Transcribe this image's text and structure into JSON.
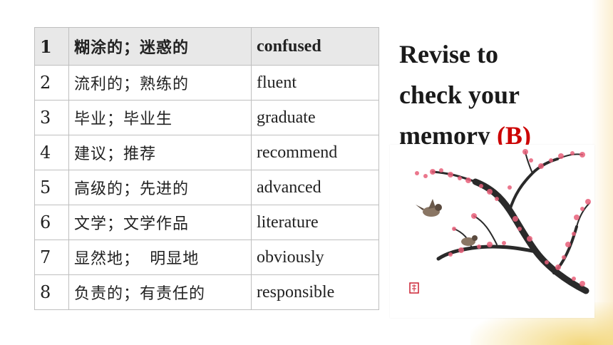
{
  "vocab": {
    "rows": [
      {
        "num": "1",
        "chinese": "糊涂的；迷惑的",
        "english": "confused"
      },
      {
        "num": "2",
        "chinese": "流利的；熟练的",
        "english": "fluent"
      },
      {
        "num": "3",
        "chinese": "毕业；毕业生",
        "english": "graduate"
      },
      {
        "num": "4",
        "chinese": "建议；推荐",
        "english": "recommend"
      },
      {
        "num": "5",
        "chinese": "高级的；先进的",
        "english": "advanced"
      },
      {
        "num": "6",
        "chinese": "文学；文学作品",
        "english": "literature"
      },
      {
        "num": "7",
        "chinese": "显然地；  明显地",
        "english": "obviously"
      },
      {
        "num": "8",
        "chinese": "负责的；有责任的",
        "english": "responsible"
      }
    ]
  },
  "title": {
    "line1": "Revise to",
    "line2": "check your",
    "line3_prefix": "memory ",
    "line3_accent": "(B)"
  },
  "colors": {
    "accent": "#cc0000",
    "header_bg": "#e8e8e8",
    "blossom": "#e8607a"
  },
  "illustration": {
    "icons": [
      "plum-blossom-branch-icon",
      "sparrow-icon",
      "seal-stamp-icon"
    ]
  }
}
